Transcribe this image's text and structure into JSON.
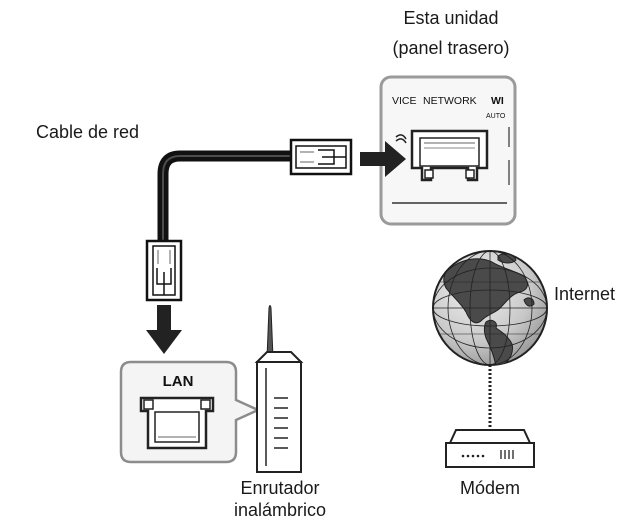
{
  "labels": {
    "unit_title_line1": "Esta unidad",
    "unit_title_line2": "(panel trasero)",
    "cable": "Cable de red",
    "internet": "Internet",
    "router_line1": "Enrutador",
    "router_line2": "inalámbrico",
    "modem": "Módem"
  },
  "rear_panel": {
    "label_left": "VICE",
    "label_network": "NETWORK",
    "label_right": "WI",
    "label_auto": "AUTO"
  },
  "router_port": {
    "label": "LAN"
  },
  "colors": {
    "panel_border": "#9a9a9a",
    "callout_border": "#8c8c8c",
    "callout_fill": "#f4f4f4",
    "panel_fill": "#f7f7f7",
    "ocean": "#c9c9c9",
    "land": "#4a4a4a",
    "line": "#1a1a1a"
  },
  "icons": [
    "globe-icon",
    "modem-icon",
    "router-icon",
    "rj45-plug-icon",
    "ethernet-port-icon",
    "arrow-right-icon",
    "arrow-down-icon"
  ]
}
